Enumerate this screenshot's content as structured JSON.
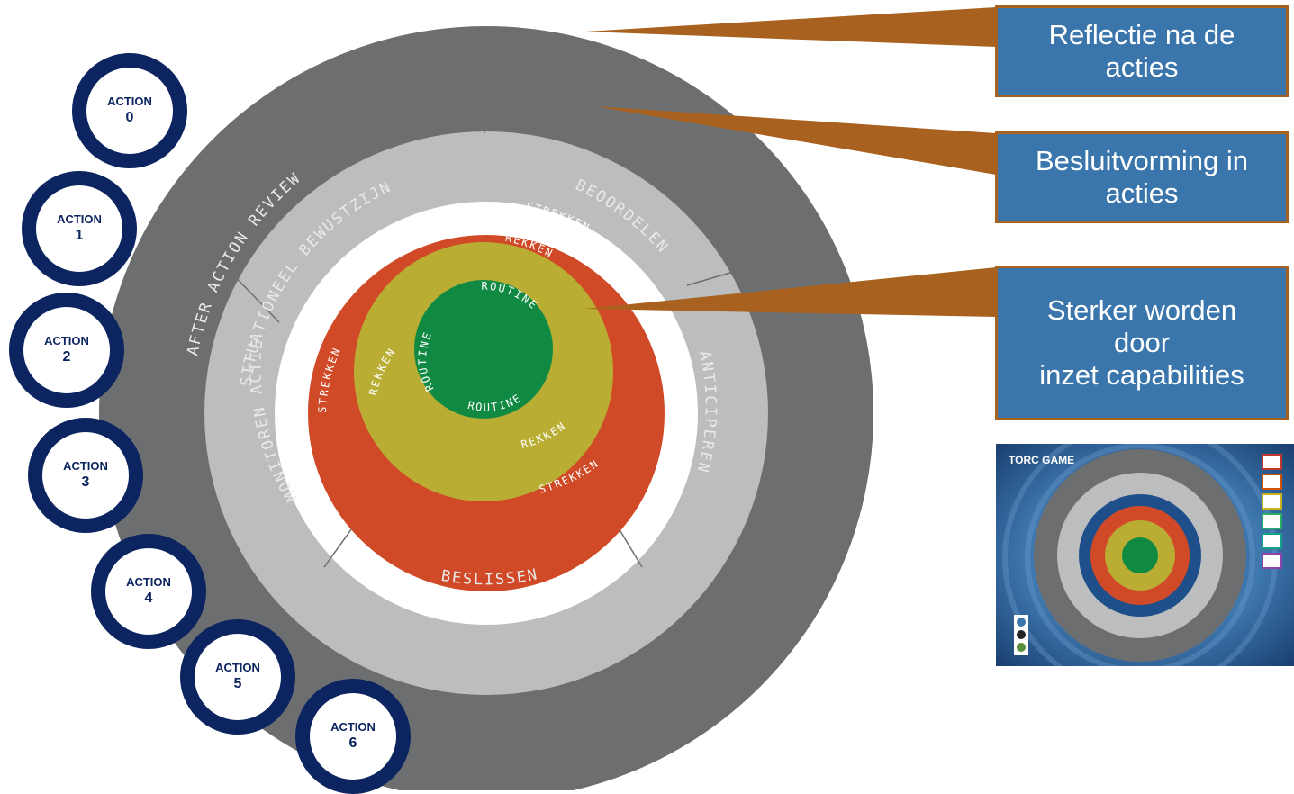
{
  "actions": [
    {
      "label": "ACTION",
      "num": "0"
    },
    {
      "label": "ACTION",
      "num": "1"
    },
    {
      "label": "ACTION",
      "num": "2"
    },
    {
      "label": "ACTION",
      "num": "3"
    },
    {
      "label": "ACTION",
      "num": "4"
    },
    {
      "label": "ACTION",
      "num": "5"
    },
    {
      "label": "ACTION",
      "num": "6"
    }
  ],
  "wheel": {
    "outer_ring": "AFTER ACTION REVIEW",
    "segments": [
      "SITUATIONEEL BEWUSTZIJN",
      "BEOORDELEN",
      "ANTICIPEREN",
      "BESLISSEN",
      "MONITOREN ACTIE"
    ],
    "zones": {
      "strekken": "STREKKEN",
      "rekken": "REKKEN",
      "routine": "ROUTINE"
    }
  },
  "callouts": [
    {
      "lines": [
        "Reflectie na de",
        "acties"
      ]
    },
    {
      "lines": [
        "Besluitvorming in",
        "acties"
      ]
    },
    {
      "lines": [
        "Sterker worden",
        "door",
        "inzet capabilities"
      ]
    }
  ],
  "thumbnail": {
    "title": "TORC GAME"
  },
  "colors": {
    "outer_ring": "#6d6e70",
    "segment_ring": "#bcbdbf",
    "strekken": "#d14a28",
    "rekken": "#b9ad34",
    "routine": "#108a43",
    "navy": "#0c2460",
    "callout_fill": "#3a76ac",
    "callout_border": "#a8611e"
  }
}
